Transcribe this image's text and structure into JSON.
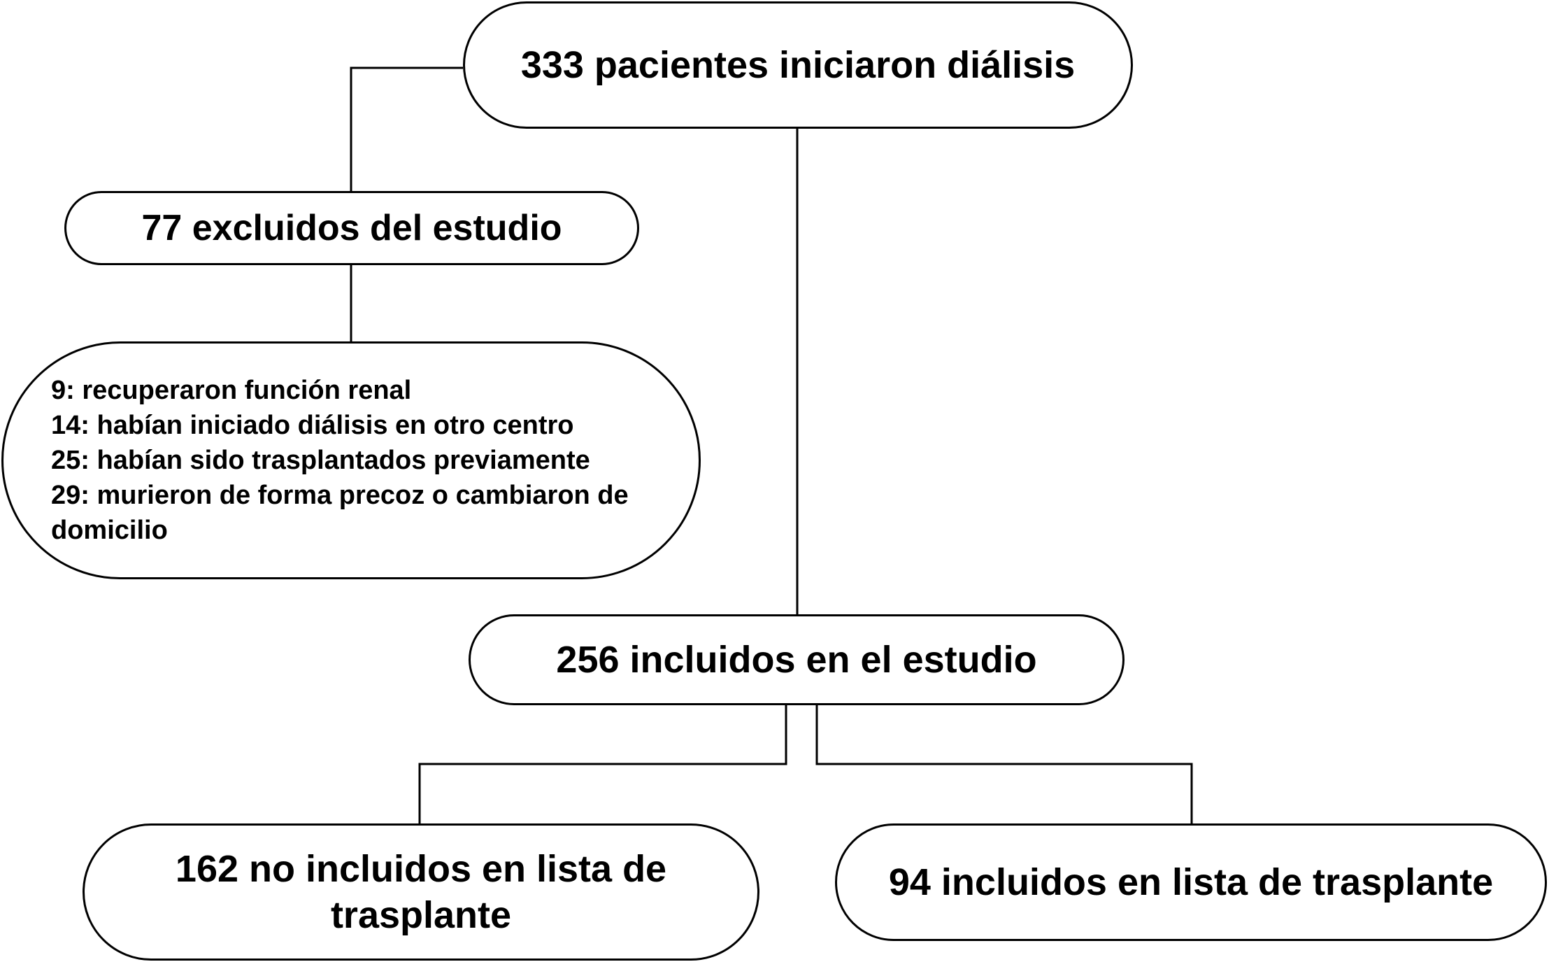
{
  "diagram": {
    "type": "flowchart",
    "line_color": "#000000",
    "box_fill": "#ffffff",
    "nodes": {
      "top": "333 pacientes iniciaron diálisis",
      "excluded": "77 excluidos del estudio",
      "reasons": [
        "9: recuperaron función renal",
        "14: habían iniciado diálisis en otro centro",
        "25: habían sido trasplantados previamente",
        "29: murieron de forma precoz o cambiaron de domicilio"
      ],
      "included": "256 incluidos en el estudio",
      "not_listed": "162 no incluidos en lista de trasplante",
      "listed": "94 incluidos en lista de trasplante"
    },
    "edges": [
      {
        "from": "top",
        "to": "excluded"
      },
      {
        "from": "excluded",
        "to": "reasons"
      },
      {
        "from": "top",
        "to": "included"
      },
      {
        "from": "included",
        "to": "not_listed"
      },
      {
        "from": "included",
        "to": "listed"
      }
    ]
  }
}
